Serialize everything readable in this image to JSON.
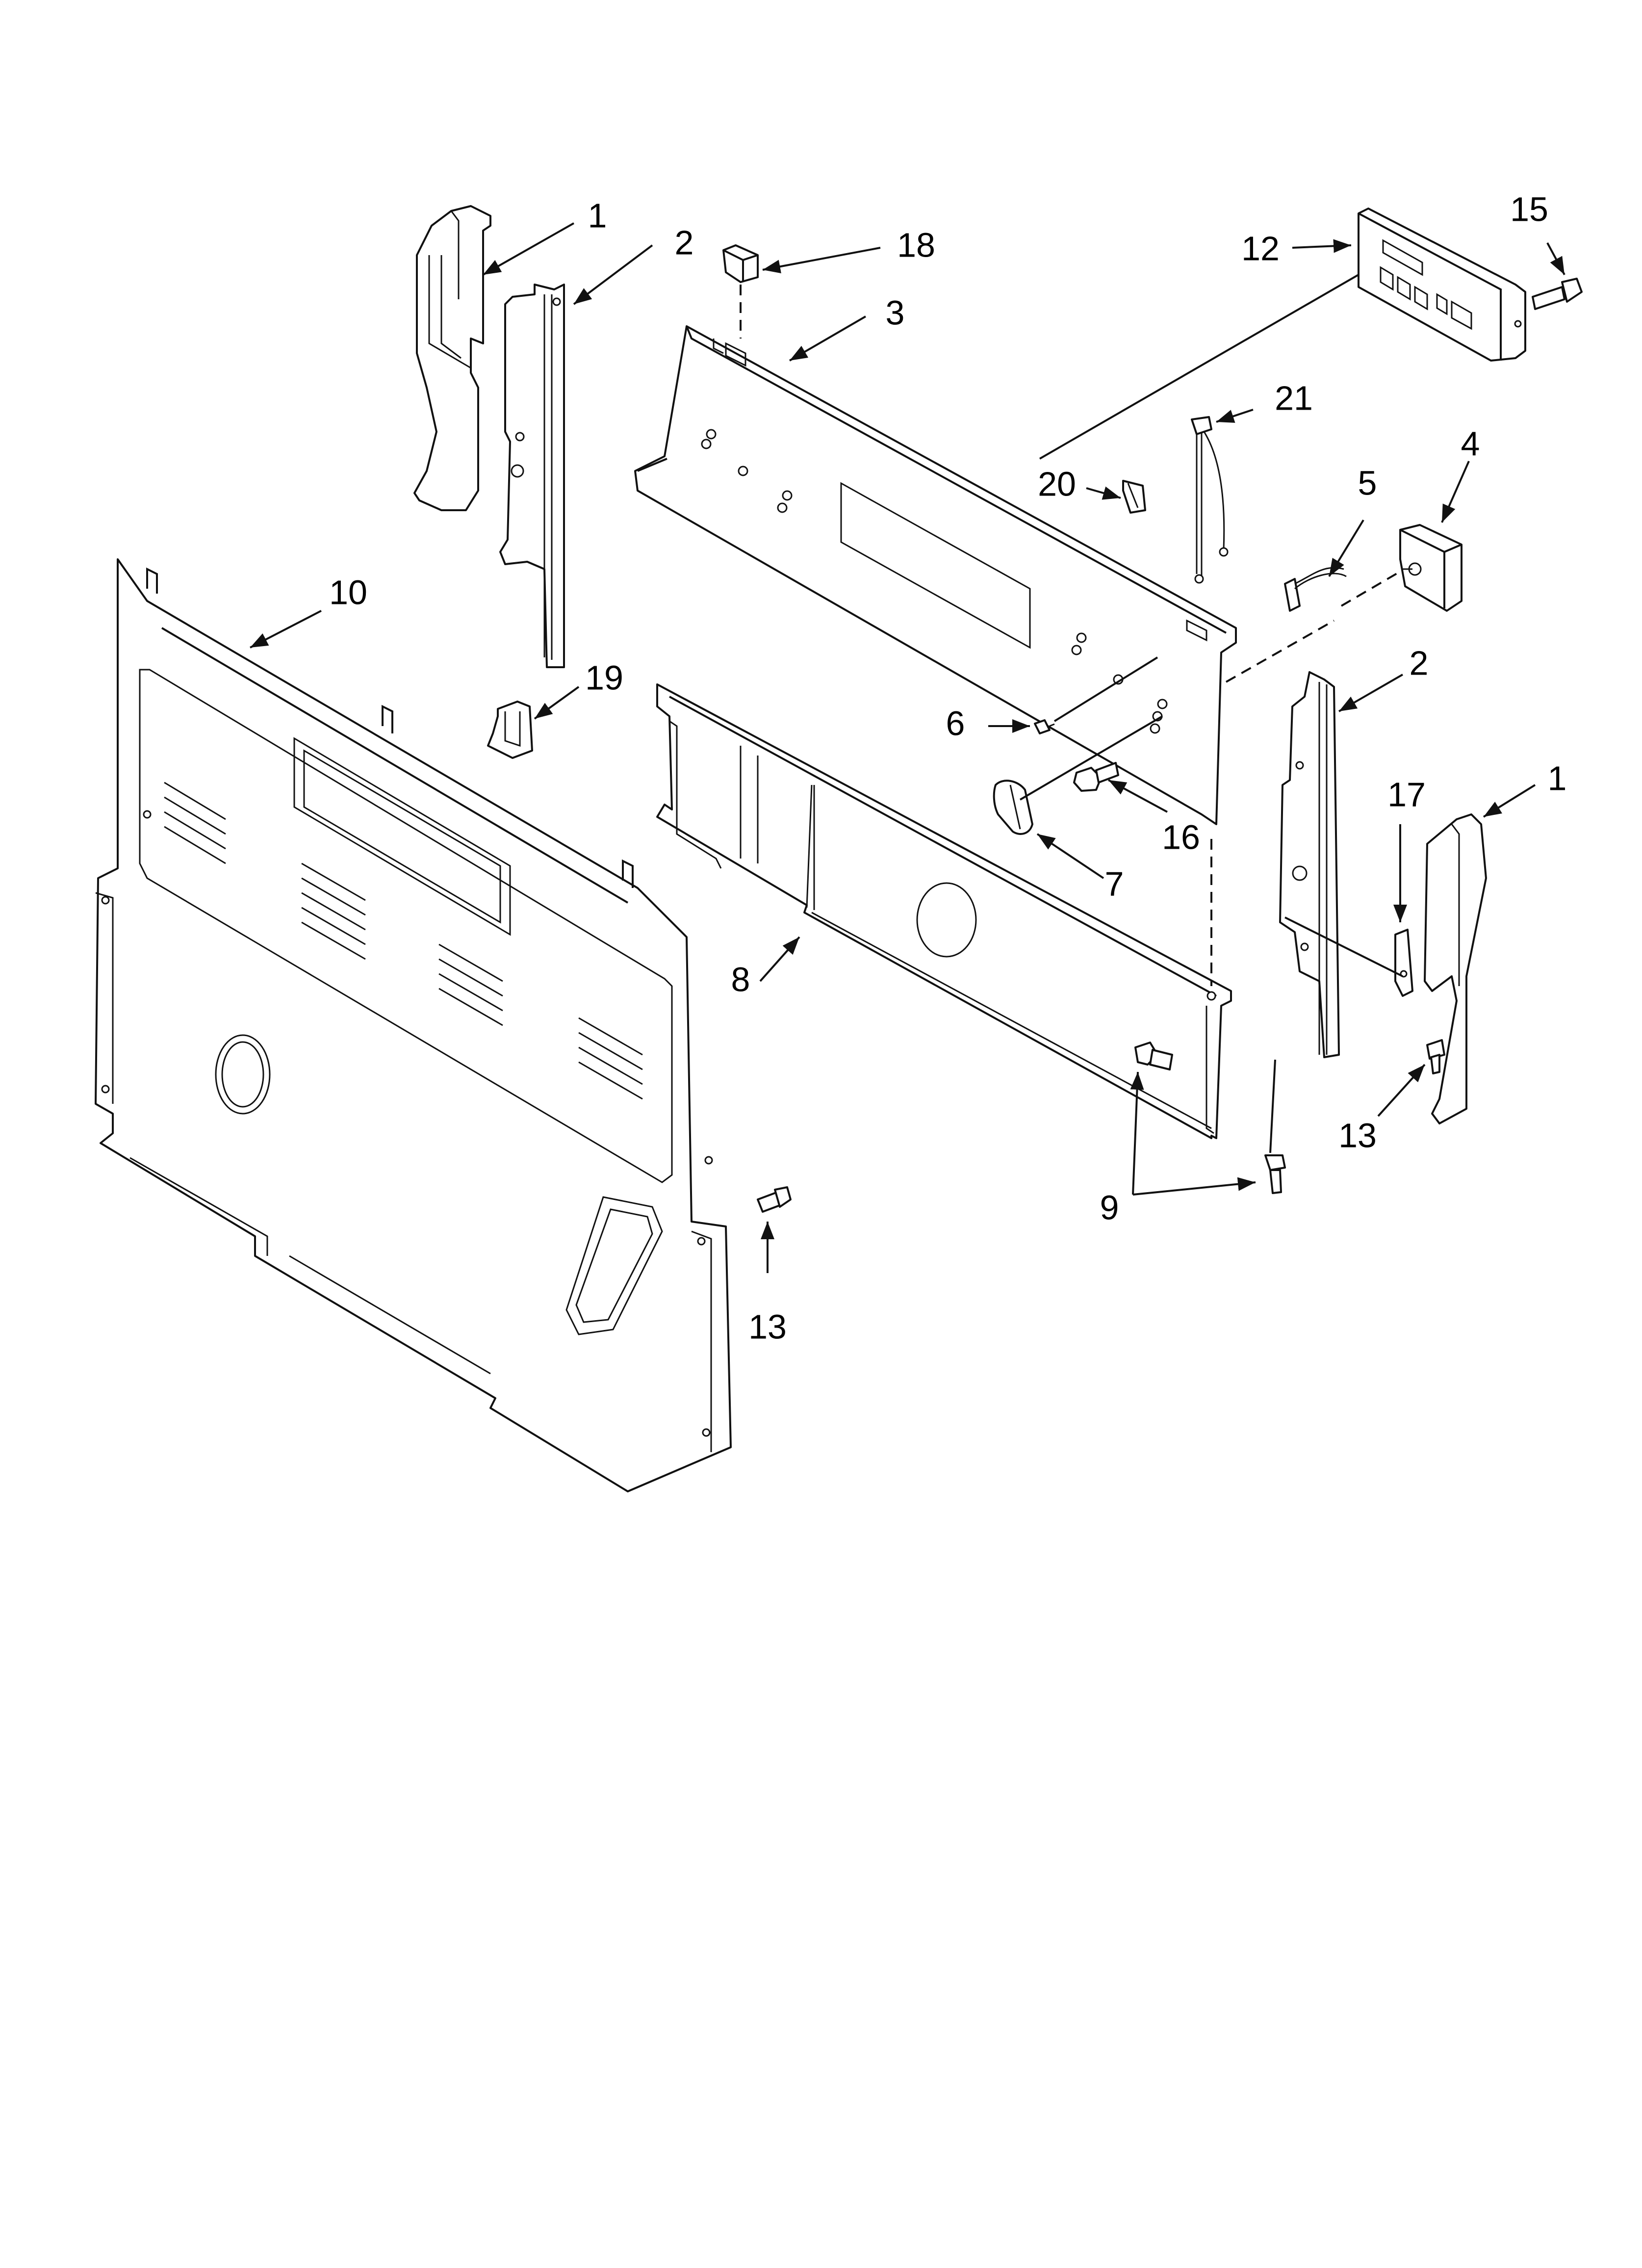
{
  "diagram": {
    "callouts": [
      {
        "id": "c1a",
        "label": "1"
      },
      {
        "id": "c2a",
        "label": "2"
      },
      {
        "id": "c18",
        "label": "18"
      },
      {
        "id": "c3",
        "label": "3"
      },
      {
        "id": "c12",
        "label": "12"
      },
      {
        "id": "c15",
        "label": "15"
      },
      {
        "id": "c21",
        "label": "21"
      },
      {
        "id": "c20",
        "label": "20"
      },
      {
        "id": "c5",
        "label": "5"
      },
      {
        "id": "c4",
        "label": "4"
      },
      {
        "id": "c10",
        "label": "10"
      },
      {
        "id": "c19",
        "label": "19"
      },
      {
        "id": "c6",
        "label": "6"
      },
      {
        "id": "c16",
        "label": "16"
      },
      {
        "id": "c7",
        "label": "7"
      },
      {
        "id": "c2b",
        "label": "2"
      },
      {
        "id": "c17",
        "label": "17"
      },
      {
        "id": "c1b",
        "label": "1"
      },
      {
        "id": "c8",
        "label": "8"
      },
      {
        "id": "c13a",
        "label": "13"
      },
      {
        "id": "c9",
        "label": "9"
      },
      {
        "id": "c13b",
        "label": "13"
      }
    ]
  }
}
